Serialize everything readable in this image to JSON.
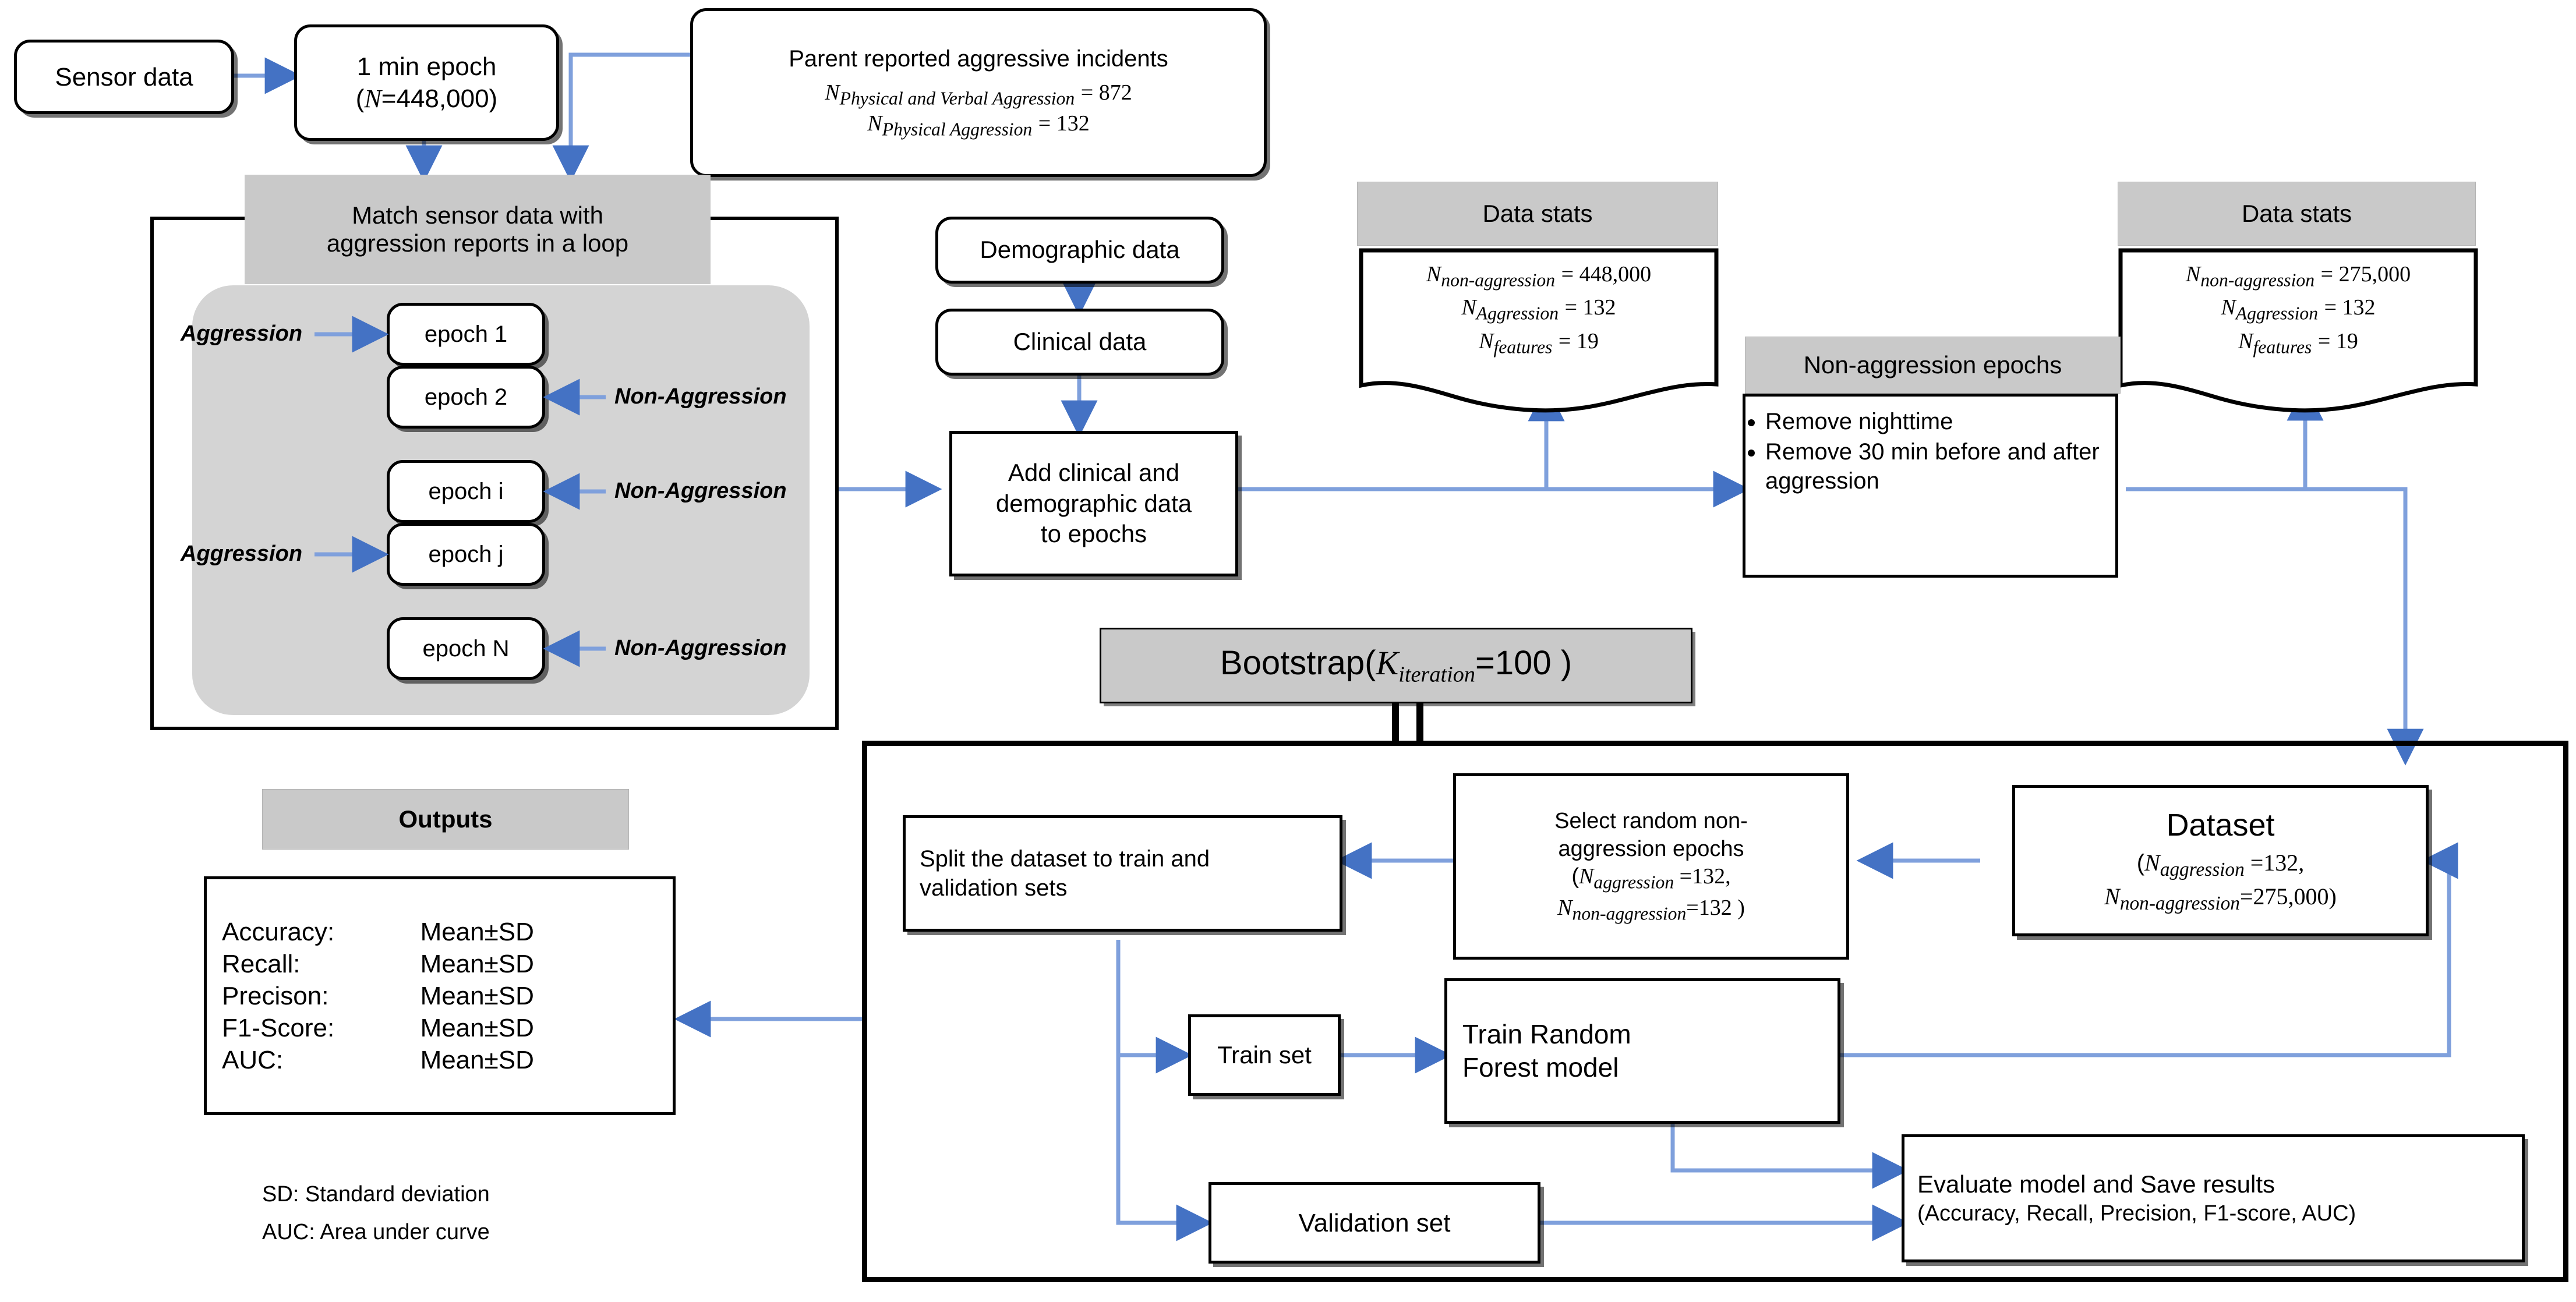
{
  "colors": {
    "arrow": "#4472C4",
    "gray_fill": "#C9C9C9",
    "loop_fill": "#D4D4D4",
    "outline": "#000000"
  },
  "nodes": {
    "sensor_data": {
      "label": "Sensor data"
    },
    "one_min_epoch": {
      "line1": "1 min epoch",
      "line2_pre": "(",
      "line2_var": "N",
      "line2_post": "=448,000)"
    },
    "parent_reports": {
      "title": "Parent reported aggressive incidents",
      "rows": [
        {
          "var": "N",
          "sub": "Physical and Verbal Aggression",
          "eq": "= 872"
        },
        {
          "var": "N",
          "sub": "Physical Aggression",
          "eq": "= 132"
        }
      ]
    },
    "match_sensor": {
      "line1": "Match sensor data with",
      "line2": "aggression reports in a loop"
    },
    "epochs": [
      {
        "label": "epoch 1",
        "side": "left",
        "tag": "Aggression"
      },
      {
        "label": "epoch 2",
        "side": "right",
        "tag": "Non-Aggression"
      },
      {
        "label": "epoch i",
        "side": "right",
        "tag": "Non-Aggression"
      },
      {
        "label": "epoch j",
        "side": "left",
        "tag": "Aggression"
      },
      {
        "label": "epoch N",
        "side": "right",
        "tag": "Non-Aggression"
      }
    ],
    "demographic_data": {
      "label": "Demographic data"
    },
    "clinical_data": {
      "label": "Clinical data"
    },
    "add_clinical": {
      "line1": "Add clinical and",
      "line2": "demographic data",
      "line3": "to epochs"
    },
    "data_stats_1": {
      "caption": "Data stats",
      "rows": [
        {
          "var": "N",
          "sub": "non-aggression",
          "eq": "= 448,000"
        },
        {
          "var": "N",
          "sub": "Aggression",
          "eq": "= 132"
        },
        {
          "var": "N",
          "sub": "features",
          "eq": "= 19"
        }
      ]
    },
    "non_aggression_epochs": {
      "caption": "Non-aggression epochs",
      "bullets": [
        "Remove nighttime",
        "Remove 30 min before and after aggression"
      ]
    },
    "data_stats_2": {
      "caption": "Data stats",
      "rows": [
        {
          "var": "N",
          "sub": "non-aggression",
          "eq": "= 275,000"
        },
        {
          "var": "N",
          "sub": "Aggression",
          "eq": "= 132"
        },
        {
          "var": "N",
          "sub": "features",
          "eq": "= 19"
        }
      ]
    },
    "bootstrap": {
      "pre": "Bootstrap(",
      "var": "K",
      "sub": "iteration",
      "post": "=100 )"
    },
    "dataset": {
      "title": "Dataset",
      "line1_pre": "(",
      "line1_var": "N",
      "line1_sub": "aggression",
      "line1_post": " =132,",
      "line2_var": "N",
      "line2_sub": "non-aggression",
      "line2_post": "=275,000)"
    },
    "select_random": {
      "line1": "Select random  non-",
      "line2": "aggression epochs",
      "line3_pre": "(",
      "line3_var": "N",
      "line3_sub": "aggression",
      "line3_post": " =132,",
      "line4_var": "N",
      "line4_sub": "non-aggression",
      "line4_post": "=132 )"
    },
    "split_dataset": {
      "line1": "Split the dataset to train and",
      "line2": "validation sets"
    },
    "train_set": {
      "label": "Train set"
    },
    "validation_set": {
      "label": "Validation set"
    },
    "train_rf": {
      "line1": "Train Random",
      "line2": "Forest model"
    },
    "evaluate": {
      "line1": "Evaluate model and Save results",
      "line2": "(Accuracy, Recall, Precision, F1-score, AUC)"
    },
    "outputs": {
      "caption": "Outputs",
      "rows": [
        {
          "metric": "Accuracy:",
          "value": "Mean±SD"
        },
        {
          "metric": "Recall:",
          "value": "Mean±SD"
        },
        {
          "metric": "Precison:",
          "value": "Mean±SD"
        },
        {
          "metric": "F1-Score:",
          "value": "Mean±SD"
        },
        {
          "metric": "AUC:",
          "value": "Mean±SD"
        }
      ]
    },
    "legend": {
      "line1": "SD: Standard deviation",
      "line2": "AUC: Area under curve"
    }
  }
}
